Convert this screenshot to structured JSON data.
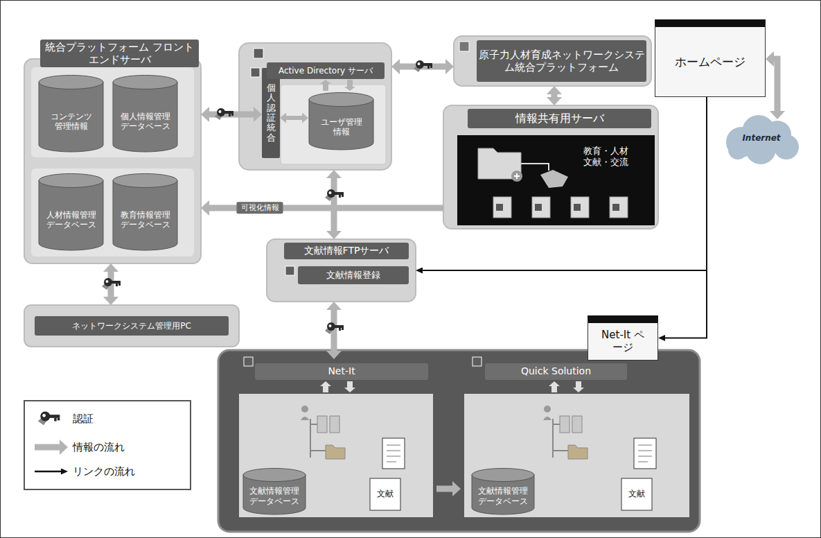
{
  "diagram": {
    "nodes": [
      {
        "text": [
          "統合プラットフォーム フロントエンドサーバ"
        ]
      },
      {
        "text": [
          "コンテンツ管理情報"
        ],
        "in": 0
      },
      {
        "text": [
          "個人情報管理データベース"
        ],
        "in": 0
      },
      {
        "text": [
          "人材情報管理データベース"
        ],
        "in": 0
      },
      {
        "text": [
          "教育情報管理データベース"
        ],
        "in": 0
      },
      {
        "text": [
          "Active Directory サーバ"
        ]
      },
      {
        "text": [
          "個人認証統合"
        ],
        "in": 5
      },
      {
        "text": [
          "ユーザ管理情報"
        ],
        "in": 5
      },
      {
        "text": [
          "原子力人材育成ネットワークシステム統合プラットフォーム"
        ]
      },
      {
        "text": [
          "ホームページ"
        ]
      },
      {
        "text": [
          "Internet"
        ]
      },
      {
        "text": [
          "情報共有用サーバ"
        ]
      },
      {
        "text": [
          "教育・人材 文献・交流"
        ],
        "in": 11
      },
      {
        "text": [
          "文献情報FTPサーバ"
        ]
      },
      {
        "text": [
          "文献情報登録"
        ],
        "in": 13
      },
      {
        "text": [
          "ネットワークシステム管理用PC"
        ]
      },
      {
        "text": [
          "Net-It ページ"
        ]
      },
      {
        "text": [
          "Net-It"
        ]
      },
      {
        "text": [
          "文献情報管理データベース"
        ],
        "in": 17
      },
      {
        "text": [
          "Quick Solution"
        ]
      },
      {
        "text": [
          "文献情報管理データベース"
        ],
        "in": 19
      }
    ],
    "edges": [
      {
        "from": 0,
        "to": 6,
        "arrow": "both"
      },
      {
        "from": 6,
        "to": 7,
        "arrow": "both"
      },
      {
        "from": 5,
        "to": 8,
        "arrow": "both"
      },
      {
        "from": 9,
        "to": 10,
        "arrow": "both"
      },
      {
        "from": 8,
        "to": 11,
        "arrow": "both"
      },
      {
        "from": 5,
        "to": 13,
        "arrow": "both"
      },
      {
        "from": 11,
        "to": 0,
        "label": "可視化情報",
        "arrow": "to"
      },
      {
        "from": 0,
        "to": 15,
        "arrow": "both"
      },
      {
        "from": 9,
        "to": 13,
        "arrow": "to"
      },
      {
        "from": 9,
        "to": 16,
        "arrow": "to"
      },
      {
        "from": 13,
        "to": 17,
        "arrow": "both"
      },
      {
        "from": 17,
        "to": 19,
        "arrow": "to"
      }
    ],
    "labels": [
      "文献",
      "文献"
    ],
    "legend": [
      {
        "text": "認証"
      },
      {
        "text": "情報の流れ"
      },
      {
        "text": "リンクの流れ"
      }
    ]
  }
}
